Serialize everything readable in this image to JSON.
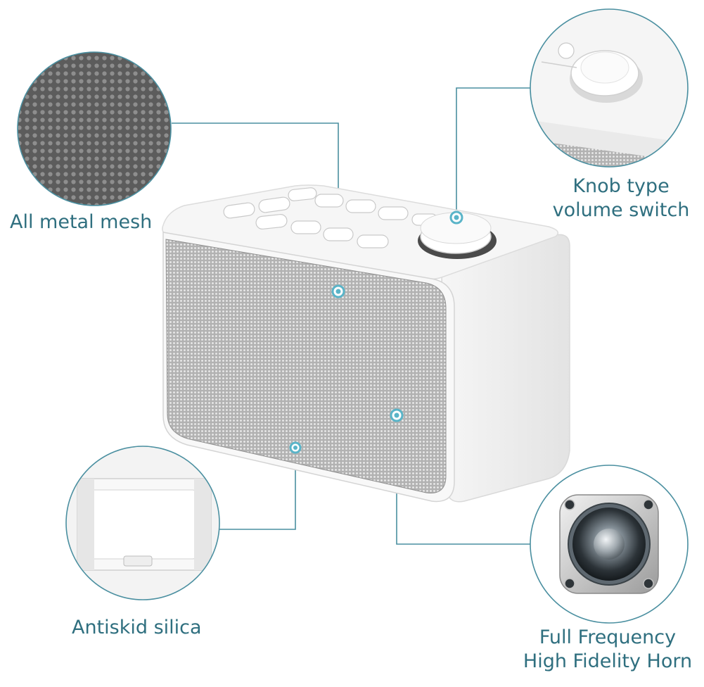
{
  "callouts": {
    "mesh": {
      "label": "All metal mesh"
    },
    "knob": {
      "line1": "Knob type",
      "line2": "volume switch"
    },
    "silica": {
      "label": "Antiskid silica"
    },
    "horn": {
      "line1": "Full Frequency",
      "line2": "High Fidelity Horn"
    }
  },
  "colors": {
    "accent": "#4a8fa0",
    "label": "#2f6f7f",
    "dot": "#5ab4c8",
    "mesh_gray": "#a9a9a9",
    "device_white": "#f4f4f4"
  }
}
